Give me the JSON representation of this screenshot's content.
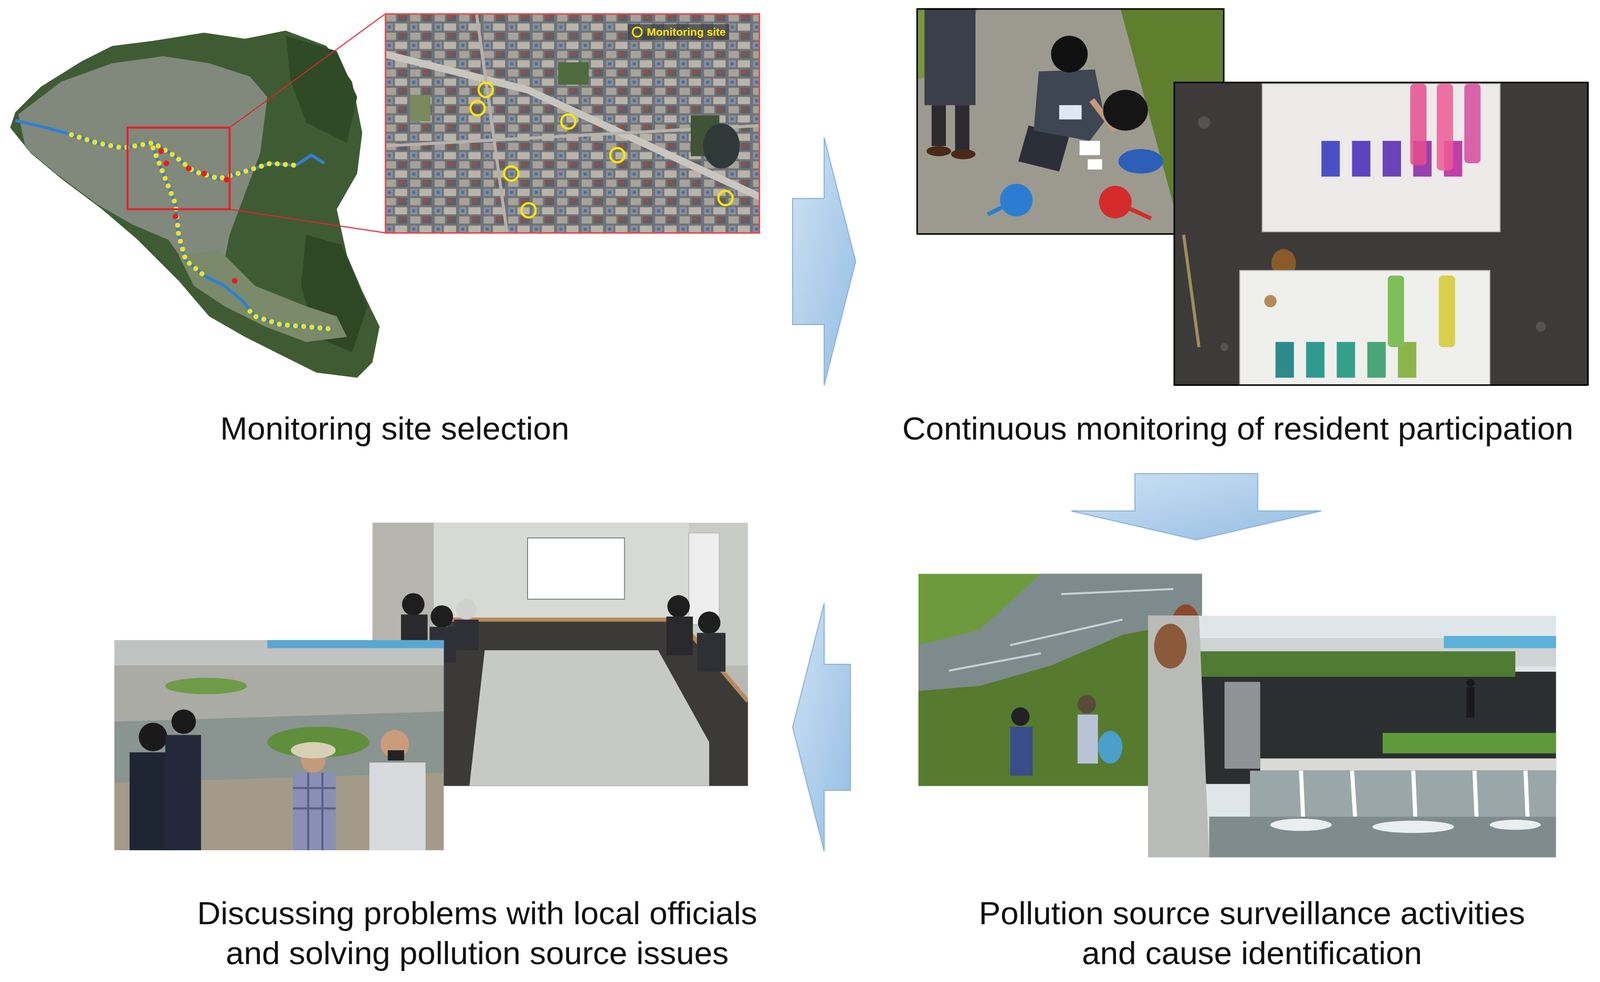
{
  "diagram": {
    "nodes": [
      {
        "text": [
          "Monitoring site selection"
        ]
      },
      {
        "text": [
          "Continuous monitoring of resident participation"
        ]
      },
      {
        "text": [
          "Discussing problems with local officials and solving pollution source issues"
        ]
      },
      {
        "text": [
          "Pollution source surveillance activities and cause identification"
        ]
      }
    ],
    "edges": [
      {
        "from": 0,
        "to": 1,
        "arrow": "to"
      },
      {
        "from": 1,
        "to": 3,
        "arrow": "to"
      },
      {
        "from": 3,
        "to": 2,
        "arrow": "to"
      }
    ],
    "legend": [
      {
        "text": "Monitoring site"
      }
    ]
  }
}
